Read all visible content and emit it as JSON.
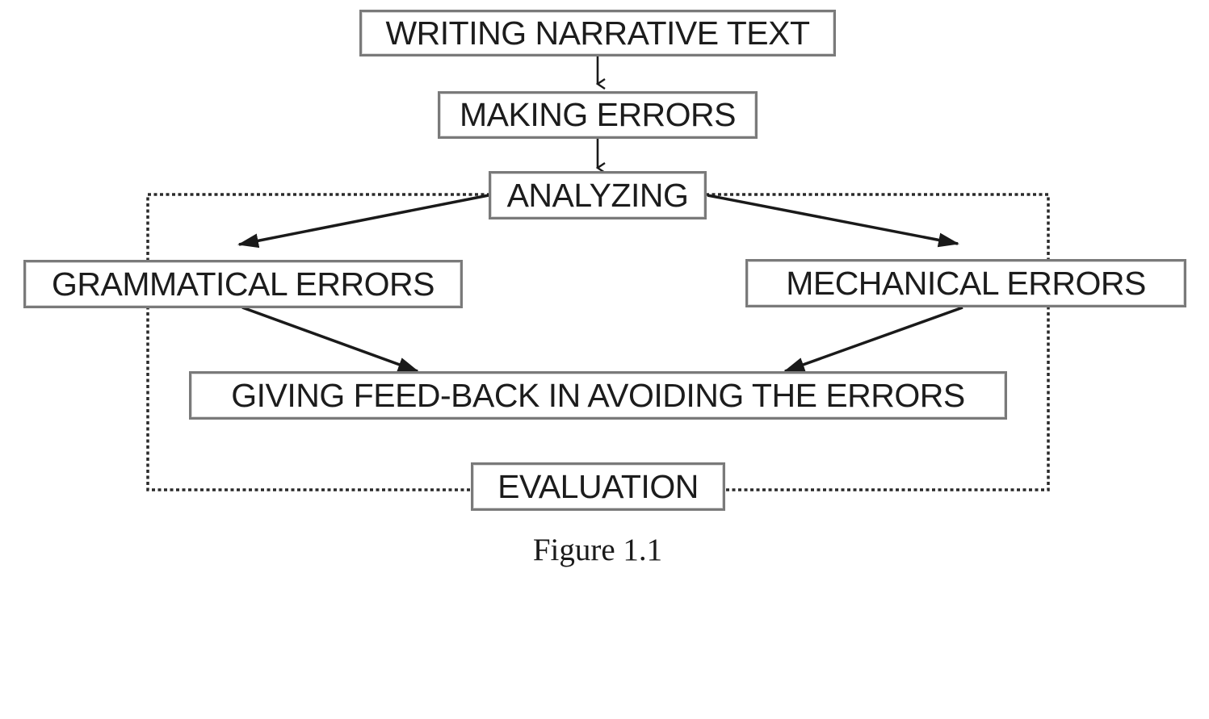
{
  "nodes": {
    "writing": "WRITING NARRATIVE TEXT",
    "making_errors": "MAKING ERRORS",
    "analyzing": "ANALYZING",
    "grammatical": "GRAMMATICAL ERRORS",
    "mechanical": "MECHANICAL ERRORS",
    "feedback": "GIVING FEED-BACK IN AVOIDING THE ERRORS",
    "evaluation": "EVALUATION"
  },
  "caption": "Figure 1.1",
  "colors": {
    "box_border": "#7a7a7a",
    "text": "#1c1c1c",
    "arrow": "#1a1a1a",
    "dotted_frame": "#2a2a2a"
  }
}
